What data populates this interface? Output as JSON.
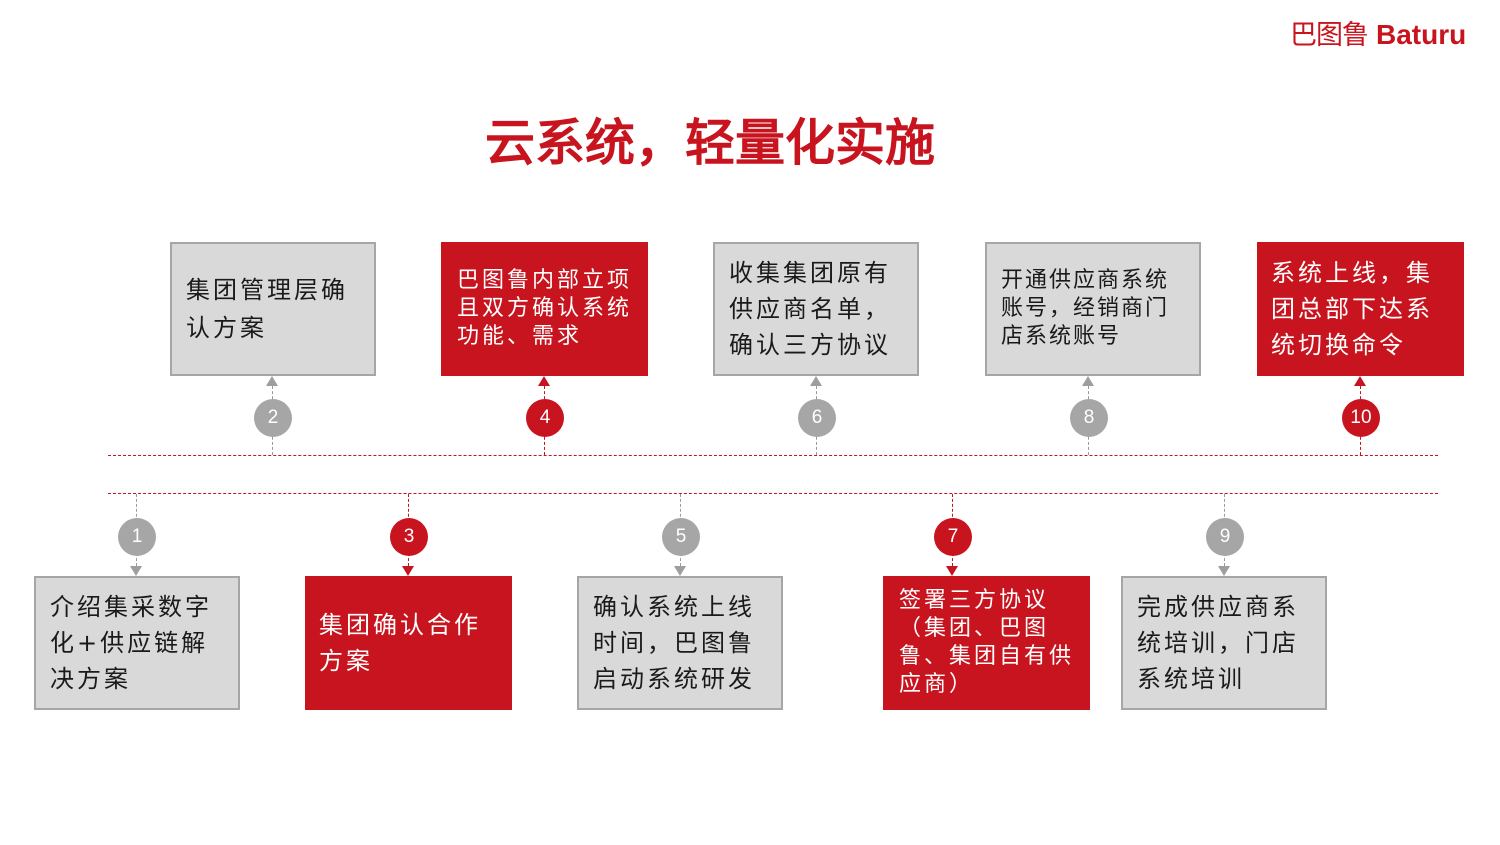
{
  "brand": {
    "cn": "巴图鲁",
    "en": "Baturu",
    "color": "#c8141e"
  },
  "title": "云系统，轻量化实施",
  "colors": {
    "accent": "#c8141e",
    "gray_fill": "#d9d9d9",
    "gray_node": "#a6a6a6"
  },
  "steps": [
    {
      "num": "1",
      "text": "介绍集采数字化+供应链解决方案"
    },
    {
      "num": "2",
      "text": "集团管理层确认方案"
    },
    {
      "num": "3",
      "text": "集团确认合作方案"
    },
    {
      "num": "4",
      "text": "巴图鲁内部立项且双方确认系统功能、需求"
    },
    {
      "num": "5",
      "text": "确认系统上线时间，巴图鲁启动系统研发"
    },
    {
      "num": "6",
      "text": "收集集团原有供应商名单，确认三方协议"
    },
    {
      "num": "7",
      "text": "签署三方协议（集团、巴图鲁、集团自有供应商）"
    },
    {
      "num": "8",
      "text": "开通供应商系统账号，经销商门店系统账号"
    },
    {
      "num": "9",
      "text": "完成供应商系统培训，门店系统培训"
    },
    {
      "num": "10",
      "text": "系统上线，集团总部下达系统切换命令"
    }
  ]
}
